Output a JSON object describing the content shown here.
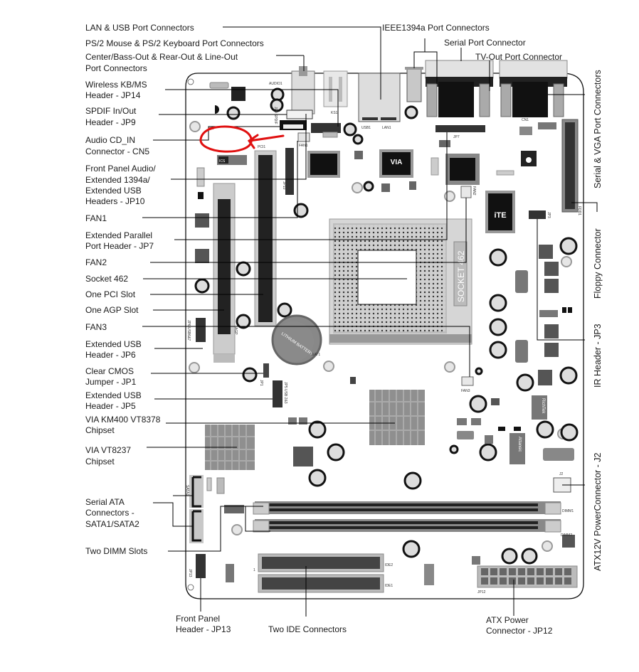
{
  "diagram": {
    "title": "Motherboard layout",
    "annotation": {
      "type": "red-circle-with-arrow",
      "color": "#e01010",
      "target": "Audio CD_IN Connector - CN5"
    },
    "left_labels": [
      {
        "id": "lan-usb",
        "lines": [
          "LAN & USB Port Connectors"
        ]
      },
      {
        "id": "ps2",
        "lines": [
          "PS/2 Mouse & PS/2 Keyboard Port Connectors"
        ]
      },
      {
        "id": "audio-out",
        "lines": [
          "Center/Bass-Out & Rear-Out & Line-Out",
          "Port Connectors"
        ]
      },
      {
        "id": "jp14",
        "lines": [
          "Wireless KB/MS",
          "Header - JP14"
        ]
      },
      {
        "id": "jp9",
        "lines": [
          "SPDIF In/Out",
          "Header - JP9"
        ]
      },
      {
        "id": "cn5",
        "lines": [
          "Audio CD_IN",
          "Connector - CN5"
        ]
      },
      {
        "id": "jp10",
        "lines": [
          "Front Panel Audio/",
          "Extended 1394a/",
          "Extended USB",
          "Headers - JP10"
        ]
      },
      {
        "id": "fan1",
        "lines": [
          "FAN1"
        ]
      },
      {
        "id": "jp7",
        "lines": [
          "Extended Parallel",
          "Port Header - JP7"
        ]
      },
      {
        "id": "fan2",
        "lines": [
          "FAN2"
        ]
      },
      {
        "id": "socket",
        "lines": [
          "Socket 462"
        ]
      },
      {
        "id": "pci",
        "lines": [
          "One PCI Slot"
        ]
      },
      {
        "id": "agp",
        "lines": [
          "One AGP Slot"
        ]
      },
      {
        "id": "fan3",
        "lines": [
          "FAN3"
        ]
      },
      {
        "id": "jp6",
        "lines": [
          "Extended USB",
          "Header - JP6"
        ]
      },
      {
        "id": "jp1",
        "lines": [
          "Clear CMOS",
          "Jumper - JP1"
        ]
      },
      {
        "id": "jp5",
        "lines": [
          "Extended USB",
          "Header - JP5"
        ]
      },
      {
        "id": "km400",
        "lines": [
          "VIA KM400 VT8378",
          "Chipset"
        ]
      },
      {
        "id": "vt8237",
        "lines": [
          "VIA VT8237",
          "Chipset"
        ]
      },
      {
        "id": "sata",
        "lines": [
          "Serial ATA",
          "Connectors -",
          "SATA1/SATA2"
        ]
      },
      {
        "id": "dimm",
        "lines": [
          "Two DIMM Slots"
        ]
      }
    ],
    "top_labels": [
      {
        "id": "ieee1394",
        "text": "IEEE1394a Port Connectors"
      },
      {
        "id": "serial",
        "text": "Serial Port Connector"
      },
      {
        "id": "tvout",
        "text": "TV-Out Port Connector"
      }
    ],
    "right_labels": [
      {
        "id": "serial-vga",
        "text": "Serial & VGA Port Connectors"
      },
      {
        "id": "floppy",
        "text": "Floppy Connector"
      },
      {
        "id": "jp3",
        "text": "IR Header - JP3"
      },
      {
        "id": "j2",
        "text": "ATX12V PowerConnector - J2"
      }
    ],
    "bottom_labels": [
      {
        "id": "jp13",
        "lines": [
          "Front Panel",
          "Header - JP13"
        ]
      },
      {
        "id": "ide",
        "lines": [
          "Two IDE Connectors"
        ]
      },
      {
        "id": "jp12",
        "lines": [
          "ATX Power",
          "Connector - JP12"
        ]
      }
    ],
    "board_markings": {
      "audio1": "AUDIO1",
      "jp9": "JP9 SPDIF",
      "ks1": "KS1",
      "usb1": "USB1",
      "lan1": "LAN1",
      "cn1": "CN1",
      "jp7": "JP7",
      "pci1": "PCI1",
      "fan1": "FAN1",
      "jp10": "JP10",
      "fan2": "FAN2",
      "ite": "iTE",
      "via": "VIA",
      "ics": "ICS",
      "socket": "SOCKET 462",
      "fdd1": "FDD1",
      "jp3": "JP3",
      "agp": "AGP",
      "jp6": "JP6 USB6&7",
      "battery": "LITHIUM BATTERY",
      "bat1": "BAT1",
      "jp1": "JP1",
      "jp5": "JP5 USB 2&3",
      "fan3": "FAN3",
      "richtek": "RichTek",
      "attansic": "Attansic",
      "j2": "J2",
      "sata1": "SATA1",
      "dimm1": "DIMM1",
      "dimm2": "DIMM2",
      "ide2": "IDE2",
      "ide1": "IDE1",
      "jp13": "JP13",
      "jp12": "JP12",
      "pin1": "1"
    }
  }
}
